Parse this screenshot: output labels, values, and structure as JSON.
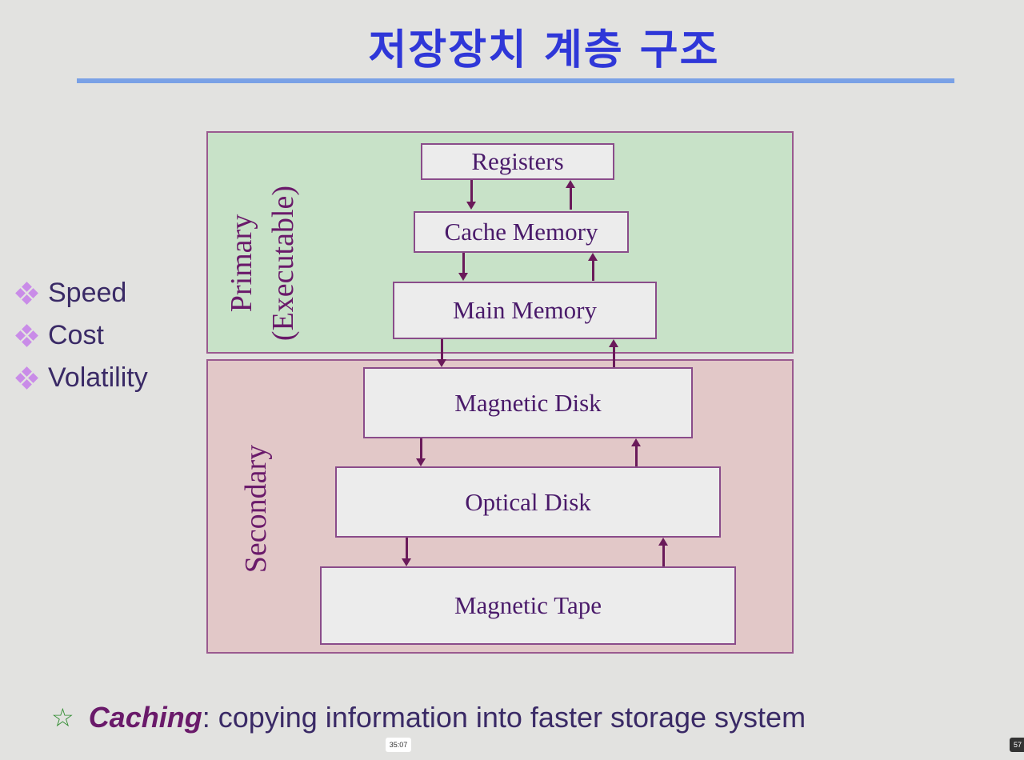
{
  "title": "저장장치 계층 구조",
  "bullets": [
    "Speed",
    "Cost",
    "Volatility"
  ],
  "regions": {
    "primary_line1": "Primary",
    "primary_line2": "(Executable)",
    "secondary": "Secondary"
  },
  "levels": [
    "Registers",
    "Cache Memory",
    "Main Memory",
    "Magnetic Disk",
    "Optical Disk",
    "Magnetic Tape"
  ],
  "footer": {
    "icon": "star-outline-icon",
    "term": "Caching",
    "text": ": copying information into faster storage system"
  },
  "video": {
    "timestamp": "35:07",
    "corner": "57"
  },
  "colors": {
    "title": "#2f37d8",
    "primary_region": "#c8e2c8",
    "secondary_region": "#e2c8c8",
    "arrow": "#6a1a5a"
  }
}
